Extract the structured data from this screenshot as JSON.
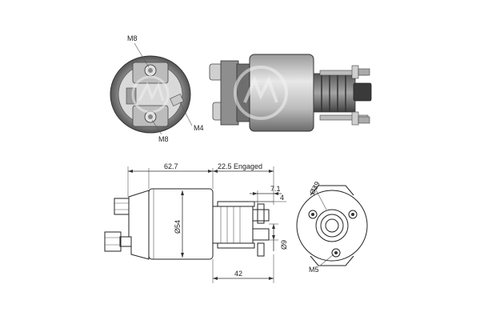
{
  "labels": {
    "m8_top": "M8",
    "m8_bottom": "M8",
    "m4": "M4",
    "length_main": "62.7",
    "engaged": "22.5 Engaged",
    "dim_7_1": "7.1",
    "dim_4": "4",
    "dia_54": "Ø54",
    "dia_9": "Ø9",
    "length_42": "42",
    "dia_39": "Ø39",
    "m5": "M5"
  },
  "colors": {
    "body_light": "#d7d7d7",
    "body_mid": "#a9a9a9",
    "body_dark": "#5a5a5a",
    "terminal": "#c8c8c8",
    "coil": "#7a7a7a",
    "watermark": "#cfcfcf"
  }
}
